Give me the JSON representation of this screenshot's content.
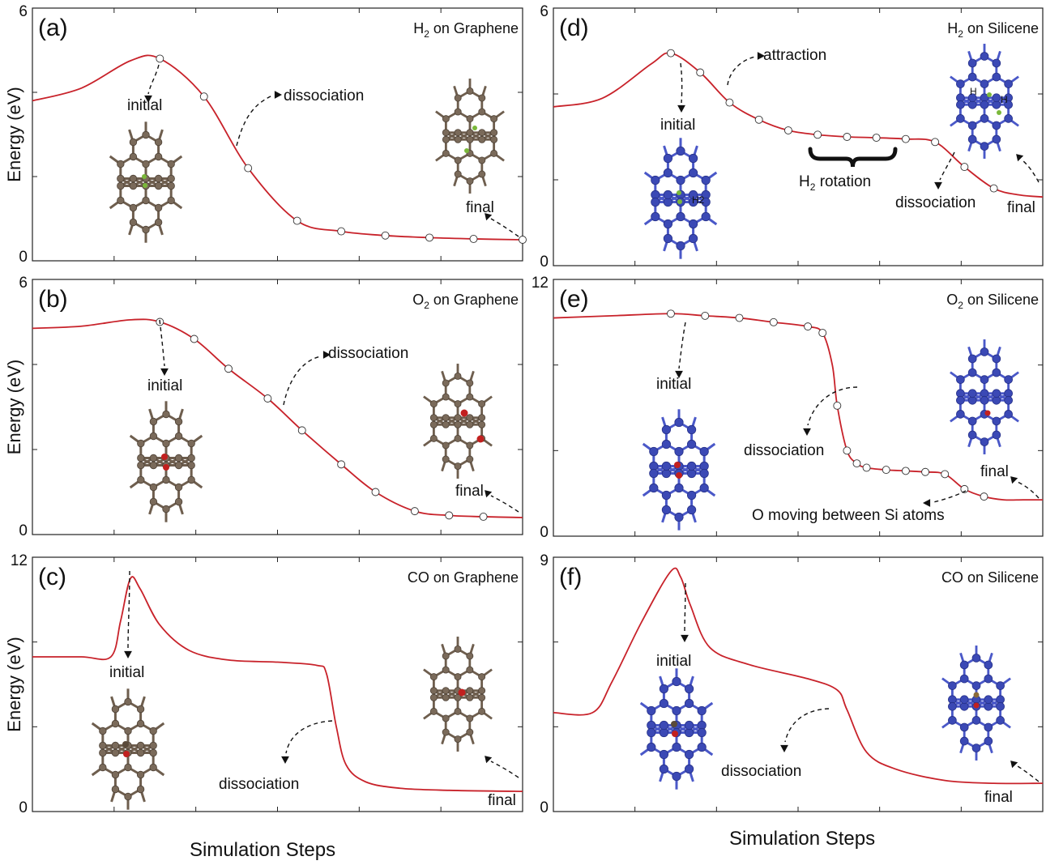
{
  "colors": {
    "curve": "#c8222a",
    "frame": "#222222",
    "text": "#111111",
    "graphene_atom": "#7a6a5a",
    "silicene_atom": "#3b49b5",
    "oxygen": "#c2201f",
    "hydrogen": "#7ab83a"
  },
  "axis": {
    "ylabel": "Energy (eV)",
    "xlabel_left": "Simulation Steps",
    "xlabel_right": "Simulation Steps"
  },
  "chart_data": [
    {
      "type": "line",
      "panel_label": "(a)",
      "title_main": "H",
      "title_sub": "2",
      "title_rest": " on Graphene",
      "ylim": [
        0,
        6
      ],
      "yticks": [
        0,
        6
      ],
      "xlim": [
        0,
        100
      ],
      "ylabel": "Energy (eV)",
      "xlabel": "Simulation Steps",
      "grid": false,
      "x": [
        0,
        10,
        20,
        26,
        35,
        44,
        54,
        63,
        72,
        81,
        90,
        100
      ],
      "y": [
        3.8,
        4.1,
        4.75,
        4.8,
        3.9,
        2.2,
        0.95,
        0.7,
        0.6,
        0.55,
        0.52,
        0.5
      ],
      "markers": [
        26,
        35,
        44,
        54,
        63,
        72,
        81,
        90,
        100
      ],
      "annotations": [
        "initial",
        "dissociation",
        "final"
      ],
      "molecule": {
        "lattice": "graphene",
        "adsorbate": "H2"
      }
    },
    {
      "type": "line",
      "panel_label": "(b)",
      "title_main": "O",
      "title_sub": "2",
      "title_rest": " on Graphene",
      "ylim": [
        0,
        6
      ],
      "yticks": [
        0,
        6
      ],
      "xlim": [
        0,
        100
      ],
      "ylabel": "Energy (eV)",
      "xlabel": "Simulation Steps",
      "grid": false,
      "x": [
        0,
        10,
        20,
        26,
        33,
        40,
        48,
        55,
        63,
        70,
        78,
        85,
        92,
        100
      ],
      "y": [
        4.85,
        4.9,
        5.05,
        5.0,
        4.6,
        3.9,
        3.2,
        2.45,
        1.65,
        1.0,
        0.55,
        0.45,
        0.42,
        0.4
      ],
      "markers": [
        26,
        33,
        40,
        48,
        55,
        63,
        70,
        78,
        85,
        92
      ],
      "annotations": [
        "initial",
        "dissociation",
        "final"
      ],
      "molecule": {
        "lattice": "graphene",
        "adsorbate": "O2"
      }
    },
    {
      "type": "line",
      "panel_label": "(c)",
      "title_main": "CO on Graphene",
      "title_sub": "",
      "title_rest": "",
      "ylim": [
        0,
        12
      ],
      "yticks": [
        0,
        12
      ],
      "xlim": [
        0,
        100
      ],
      "ylabel": "Energy (eV)",
      "xlabel": "Simulation Steps",
      "grid": false,
      "x": [
        0,
        10,
        16,
        18,
        20,
        22,
        26,
        32,
        40,
        50,
        58,
        60,
        62,
        64,
        68,
        75,
        85,
        100
      ],
      "y": [
        7.3,
        7.3,
        7.3,
        9.0,
        11.0,
        10.5,
        8.8,
        7.6,
        7.15,
        7.05,
        6.9,
        6.5,
        4.0,
        2.2,
        1.4,
        1.1,
        1.0,
        0.95
      ],
      "markers": [],
      "annotations": [
        "initial",
        "dissociation",
        "final"
      ],
      "molecule": {
        "lattice": "graphene",
        "adsorbate": "CO"
      }
    },
    {
      "type": "line",
      "panel_label": "(d)",
      "title_main": "H",
      "title_sub": "2",
      "title_rest": " on Silicene",
      "ylim": [
        0,
        6
      ],
      "yticks": [
        0,
        6
      ],
      "xlim": [
        0,
        100
      ],
      "ylabel": "",
      "xlabel": "Simulation Steps",
      "grid": false,
      "x": [
        0,
        10,
        20,
        24,
        30,
        36,
        42,
        48,
        54,
        60,
        66,
        72,
        78,
        84,
        90,
        95,
        100
      ],
      "y": [
        3.7,
        3.9,
        4.7,
        4.95,
        4.5,
        3.8,
        3.4,
        3.15,
        3.05,
        3.0,
        2.98,
        2.95,
        2.88,
        2.3,
        1.8,
        1.65,
        1.6
      ],
      "markers": [
        24,
        30,
        36,
        42,
        48,
        54,
        60,
        66,
        72,
        78,
        84,
        90
      ],
      "annotations": [
        "attraction",
        "initial",
        "H",
        "2",
        " rotation",
        "dissociation",
        "final"
      ],
      "molecule": {
        "lattice": "silicene",
        "adsorbate": "H2",
        "labels": [
          "H",
          "H",
          "H2"
        ]
      }
    },
    {
      "type": "line",
      "panel_label": "(e)",
      "title_main": "O",
      "title_sub": "2",
      "title_rest": " on Silicene",
      "ylim": [
        0,
        12
      ],
      "yticks": [
        0,
        12
      ],
      "xlim": [
        0,
        100
      ],
      "ylabel": "",
      "xlabel": "Simulation Steps",
      "grid": false,
      "x": [
        0,
        12,
        24,
        31,
        38,
        45,
        52,
        55,
        57,
        58,
        60,
        62,
        64,
        68,
        72,
        76,
        80,
        84,
        88,
        92,
        96,
        100
      ],
      "y": [
        10.2,
        10.3,
        10.4,
        10.3,
        10.2,
        10.0,
        9.8,
        9.5,
        8.0,
        6.1,
        4.0,
        3.4,
        3.2,
        3.1,
        3.05,
        3.0,
        2.9,
        2.2,
        1.85,
        1.7,
        1.7,
        1.7
      ],
      "markers": [
        24,
        31,
        38,
        45,
        52,
        55,
        58,
        60,
        62,
        64,
        68,
        72,
        76,
        80,
        84,
        88
      ],
      "annotations": [
        "initial",
        "dissociation",
        "final",
        "O moving between Si atoms"
      ],
      "molecule": {
        "lattice": "silicene",
        "adsorbate": "O2"
      }
    },
    {
      "type": "line",
      "panel_label": "(f)",
      "title_main": "CO on Silicene",
      "title_sub": "",
      "title_rest": "",
      "ylim": [
        0,
        9
      ],
      "yticks": [
        0,
        9
      ],
      "xlim": [
        0,
        100
      ],
      "ylabel": "",
      "xlabel": "Simulation Steps",
      "grid": false,
      "x": [
        0,
        8,
        12,
        18,
        24,
        26,
        28,
        32,
        40,
        52,
        58,
        60,
        64,
        70,
        80,
        90,
        100
      ],
      "y": [
        3.5,
        3.5,
        4.6,
        6.7,
        8.5,
        8.3,
        7.3,
        5.8,
        5.2,
        4.7,
        4.3,
        3.6,
        2.1,
        1.5,
        1.1,
        1.0,
        1.0
      ],
      "markers": [],
      "annotations": [
        "initial",
        "dissociation",
        "final"
      ],
      "molecule": {
        "lattice": "silicene",
        "adsorbate": "CO"
      }
    }
  ]
}
